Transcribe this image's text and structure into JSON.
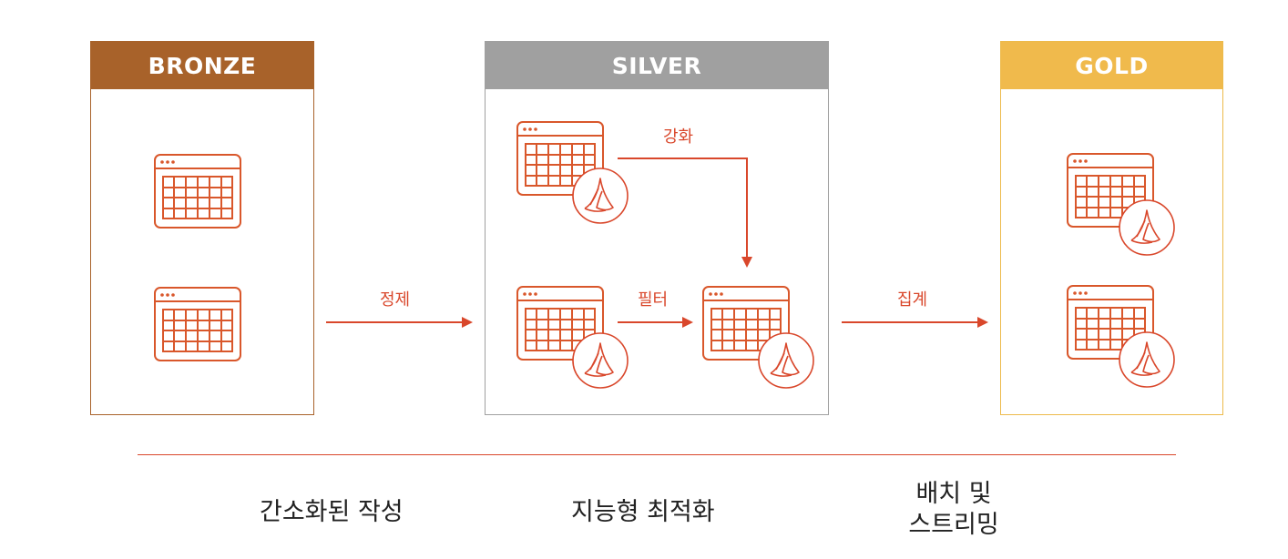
{
  "tiers": {
    "bronze": {
      "title": "BRONZE",
      "color": "#a8622a"
    },
    "silver": {
      "title": "SILVER",
      "color": "#a0a0a0"
    },
    "gold": {
      "title": "GOLD",
      "color": "#f0ba4c"
    }
  },
  "flows": {
    "refine": "정제",
    "enrich": "강화",
    "filter": "필터",
    "aggregate": "집계"
  },
  "captions": {
    "simplified_authoring": "간소화된 작성",
    "intelligent_optimization": "지능형 최적화",
    "batch_line1": "배치 및",
    "batch_line2": "스트리밍"
  },
  "icons": {
    "table": "table-window-icon",
    "badge": "delta-badge-icon"
  },
  "accent_color": "#d9472b"
}
